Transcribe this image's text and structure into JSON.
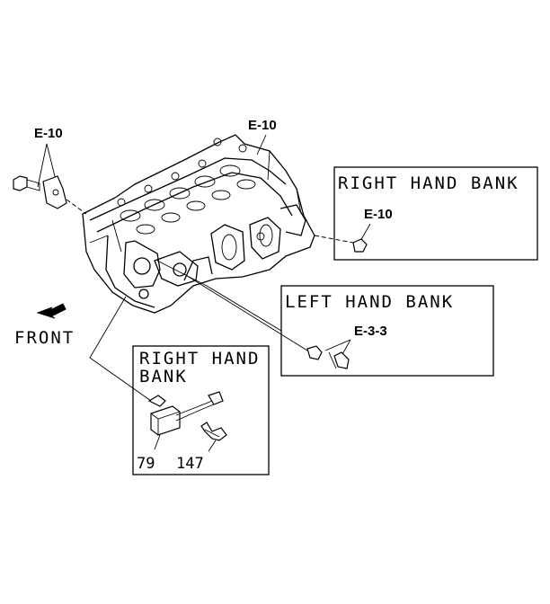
{
  "refs": {
    "top_left": "E-10",
    "top_center": "E-10",
    "right_hand_bank_ref": "E-10",
    "left_hand_bank_ref": "E-3-3"
  },
  "labels": {
    "right_hand_bank_top": "RIGHT HAND BANK",
    "left_hand_bank": "LEFT HAND BANK",
    "right_hand_bank_bottom_line1": "RIGHT HAND",
    "right_hand_bank_bottom_line2": "BANK",
    "front": "FRONT"
  },
  "part_numbers": {
    "sensor": "79",
    "bolt": "147"
  },
  "icons": {
    "front_direction": "arrow-down-left-icon"
  }
}
